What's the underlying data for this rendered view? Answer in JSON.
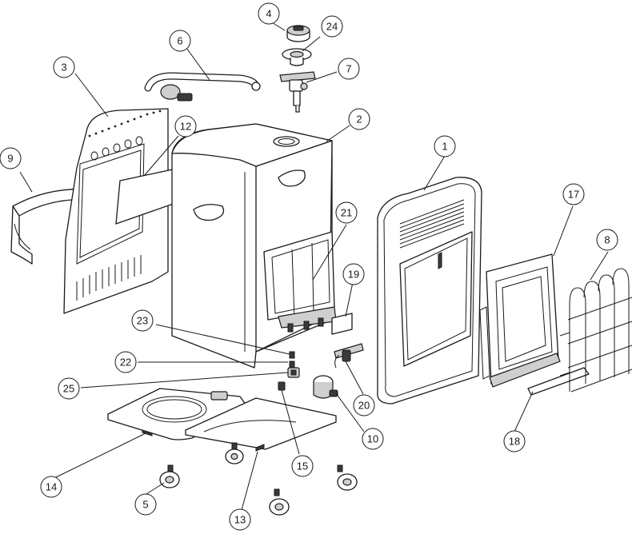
{
  "callouts": [
    {
      "label": "1"
    },
    {
      "label": "2"
    },
    {
      "label": "3"
    },
    {
      "label": "4"
    },
    {
      "label": "5"
    },
    {
      "label": "6"
    },
    {
      "label": "7"
    },
    {
      "label": "8"
    },
    {
      "label": "9"
    },
    {
      "label": "10"
    },
    {
      "label": "12"
    },
    {
      "label": "13"
    },
    {
      "label": "14"
    },
    {
      "label": "15"
    },
    {
      "label": "17"
    },
    {
      "label": "18"
    },
    {
      "label": "19"
    },
    {
      "label": "20"
    },
    {
      "label": "21"
    },
    {
      "label": "22"
    },
    {
      "label": "23"
    },
    {
      "label": "24"
    },
    {
      "label": "25"
    }
  ]
}
